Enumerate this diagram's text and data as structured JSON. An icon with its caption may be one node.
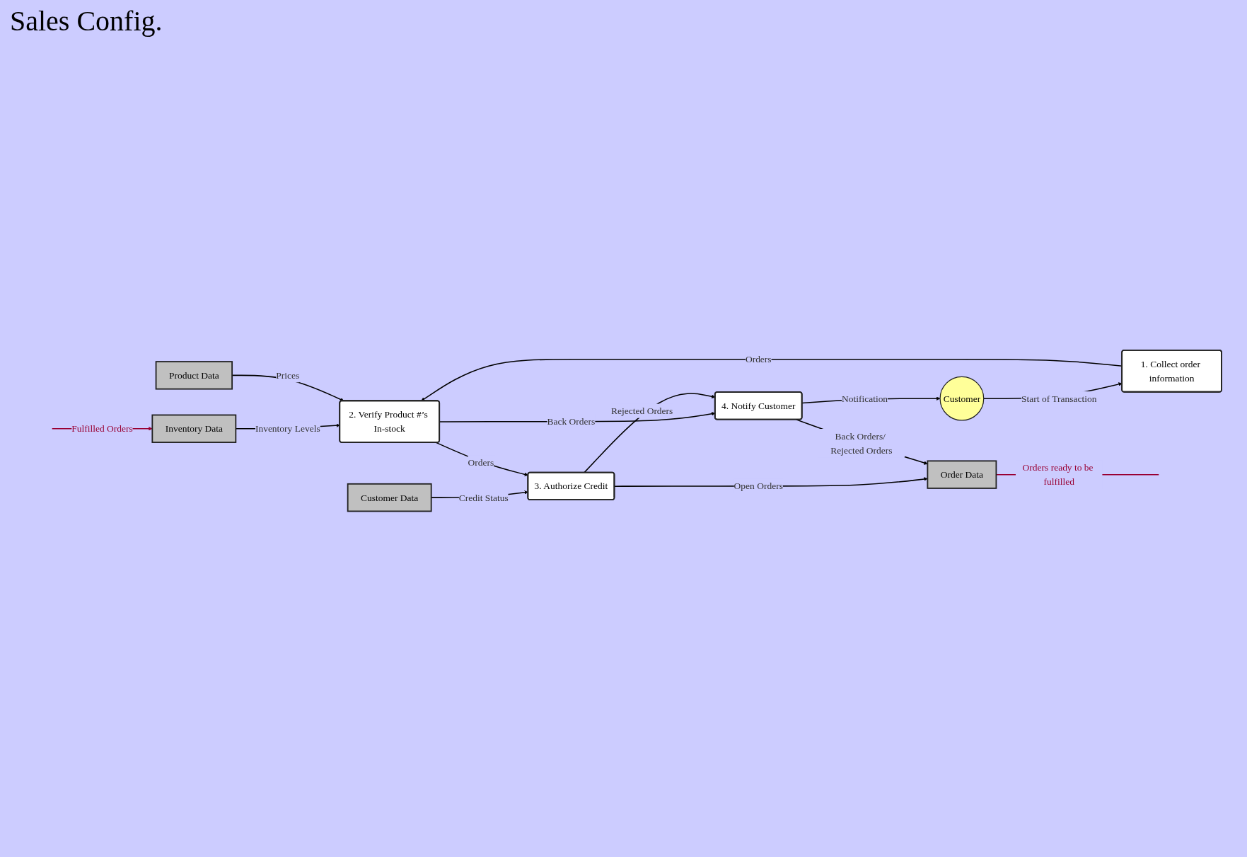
{
  "diagram": {
    "title": "Sales Config.",
    "nodes": [
      {
        "text": [
          "Inventory Data"
        ]
      },
      {
        "text": [
          "Product Data"
        ]
      },
      {
        "text": [
          "Customer Data"
        ]
      },
      {
        "text": [
          "1. Collect order information"
        ]
      },
      {
        "text": [
          "2. Verify Product #’s In-stock"
        ]
      },
      {
        "text": [
          "3. Authorize Credit"
        ]
      },
      {
        "text": [
          "4. Notify Customer"
        ]
      },
      {
        "text": [
          "Customer"
        ]
      },
      {
        "text": [
          "Order Data"
        ]
      }
    ],
    "edges": [
      {
        "from": null,
        "to": 0,
        "arrow": "to",
        "label": "Fulfilled Orders",
        "color": "#990033"
      },
      {
        "from": 0,
        "to": 4,
        "arrow": "to",
        "label": "Inventory Levels"
      },
      {
        "from": 1,
        "to": 4,
        "arrow": "to",
        "label": "Prices"
      },
      {
        "from": 2,
        "to": 5,
        "arrow": "to",
        "label": "Credit Status"
      },
      {
        "from": 3,
        "to": 4,
        "arrow": "to",
        "label": "Orders"
      },
      {
        "from": 4,
        "to": 5,
        "arrow": "to",
        "label": "Orders"
      },
      {
        "from": 4,
        "to": 6,
        "arrow": "to",
        "label": "Back Orders"
      },
      {
        "from": 5,
        "to": 6,
        "arrow": "to",
        "label": "Rejected Orders"
      },
      {
        "from": 5,
        "to": 8,
        "arrow": "to",
        "label": "Open Orders"
      },
      {
        "from": 6,
        "to": 7,
        "arrow": "to",
        "label": "Notification"
      },
      {
        "from": 7,
        "to": 3,
        "arrow": "to",
        "label": "Start of Transaction"
      },
      {
        "from": 6,
        "to": 8,
        "arrow": "to",
        "label": "Back Orders/ Rejected Orders"
      },
      {
        "from": 8,
        "to": null,
        "arrow": "none",
        "label": "Orders ready to be fulfilled",
        "color": "#990033"
      }
    ]
  }
}
